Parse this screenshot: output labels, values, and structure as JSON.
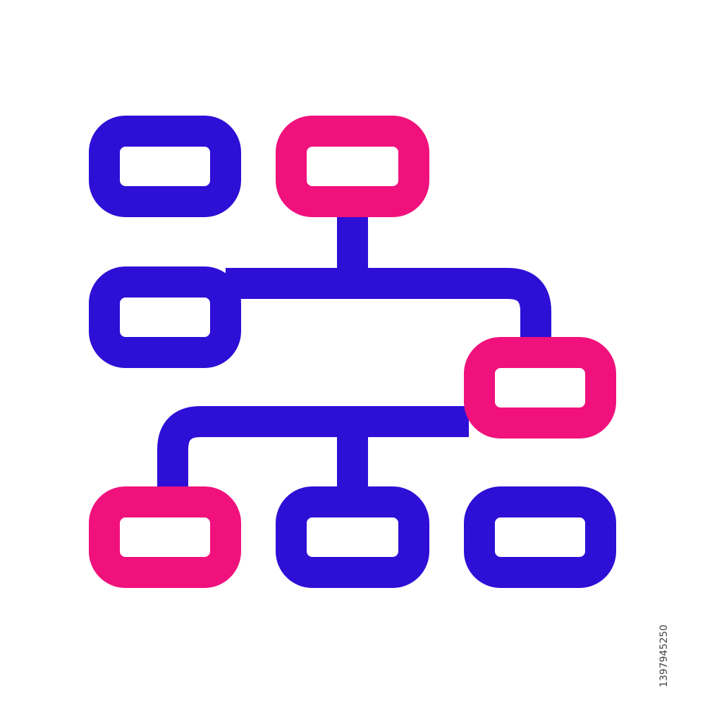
{
  "colors": {
    "primary": "#2d0fd6",
    "accent": "#f0117d",
    "background": "#ffffff"
  },
  "icon": {
    "name": "hierarchy-tree-icon",
    "nodes": [
      {
        "id": "node-top-left",
        "color": "primary"
      },
      {
        "id": "node-top-root",
        "color": "accent"
      },
      {
        "id": "node-mid-left",
        "color": "primary"
      },
      {
        "id": "node-mid-right",
        "color": "accent"
      },
      {
        "id": "node-bottom-left",
        "color": "accent"
      },
      {
        "id": "node-bottom-center",
        "color": "primary"
      },
      {
        "id": "node-bottom-right",
        "color": "primary"
      }
    ]
  },
  "watermark": {
    "stock_id": "1397945250"
  }
}
